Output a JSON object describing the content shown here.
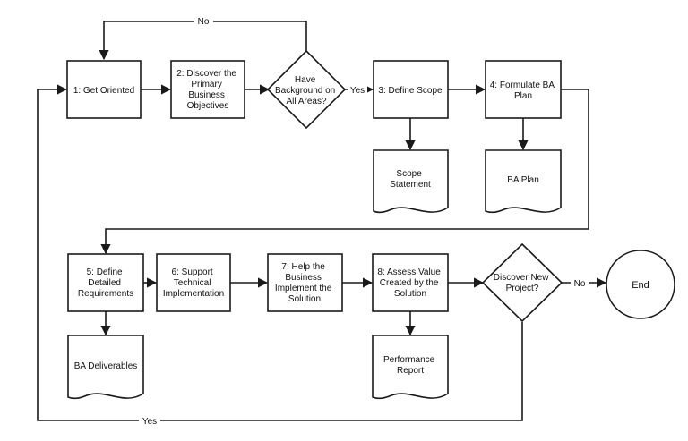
{
  "nodes": {
    "n1": "1: Get Oriented",
    "n2": [
      "2: Discover the",
      "Primary",
      "Business",
      "Objectives"
    ],
    "d1": [
      "Have",
      "Background on",
      "All Areas?"
    ],
    "n3": "3: Define Scope",
    "n4": [
      "4: Formulate BA",
      "Plan"
    ],
    "doc_scope": [
      "Scope",
      "Statement"
    ],
    "doc_baplan": "BA Plan",
    "n5": [
      "5: Define",
      "Detailed",
      "Requirements"
    ],
    "n6": [
      "6: Support",
      "Technical",
      "Implementation"
    ],
    "n7": [
      "7: Help the",
      "Business",
      "Implement the",
      "Solution"
    ],
    "n8": [
      "8: Assess Value",
      "Created by the",
      "Solution"
    ],
    "d2": [
      "Discover New",
      "Project?"
    ],
    "end": "End",
    "doc_deliv": "BA Deliverables",
    "doc_perf": [
      "Performance",
      "Report"
    ]
  },
  "edge_labels": {
    "no_top": "No",
    "yes_1": "Yes",
    "no_2": "No",
    "yes_bottom": "Yes"
  }
}
